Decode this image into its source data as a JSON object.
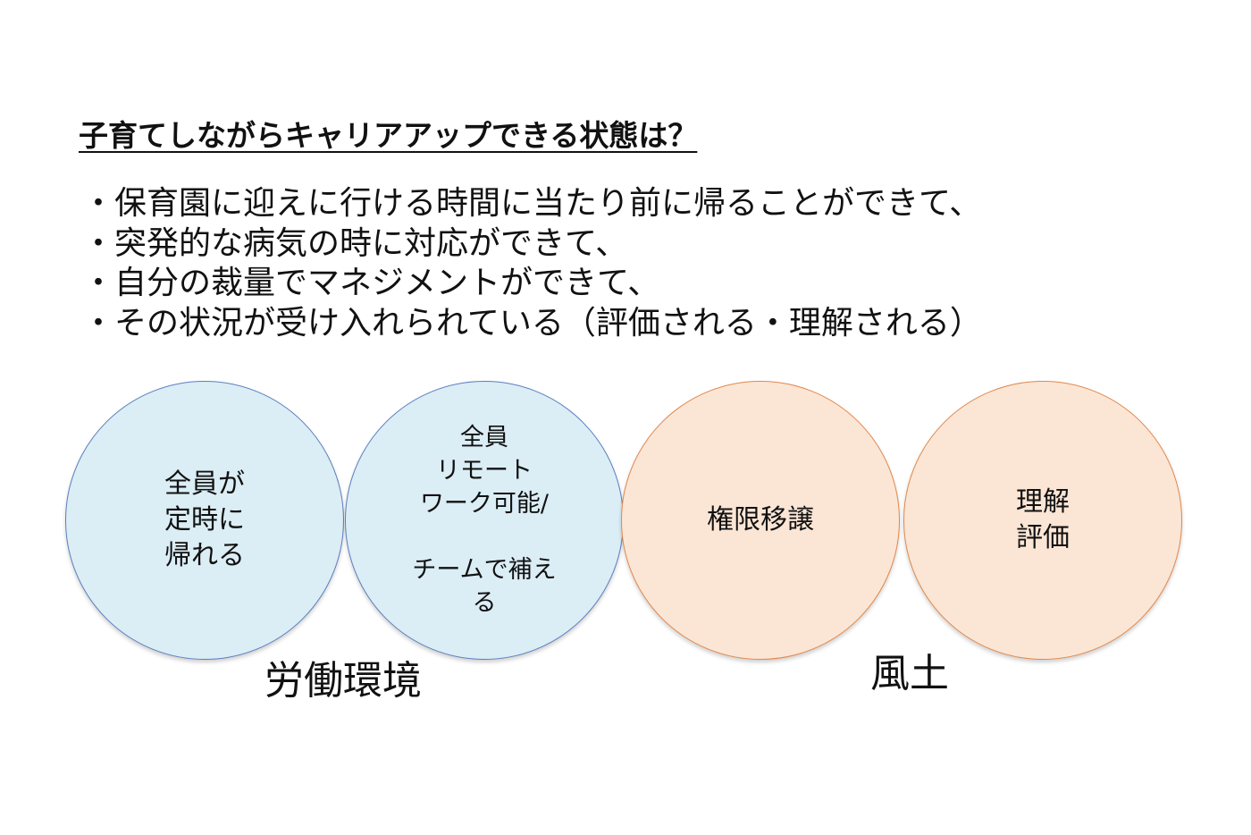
{
  "heading": "子育てしながらキャリアアップできる状態は？",
  "bullets": [
    "・保育園に迎えに行ける時間に当たり前に帰ることができて、",
    "・突発的な病気の時に対応ができて、",
    "・自分の裁量でマネジメントができて、",
    "・その状況が受け入れられている（評価される・理解される）"
  ],
  "circles": [
    {
      "text": "全員が\n定時に\n帰れる",
      "fill": "#dbedf5"
    },
    {
      "text": "全員\nリモート\nワーク可能/\n\nチームで補え\nる",
      "fill": "#dbedf5"
    },
    {
      "text": "権限移譲",
      "fill": "#fbe6d6"
    },
    {
      "text": "理解\n評価",
      "fill": "#fbe6d6"
    }
  ],
  "groups": {
    "work_environment": "労働環境",
    "culture": "風土"
  }
}
